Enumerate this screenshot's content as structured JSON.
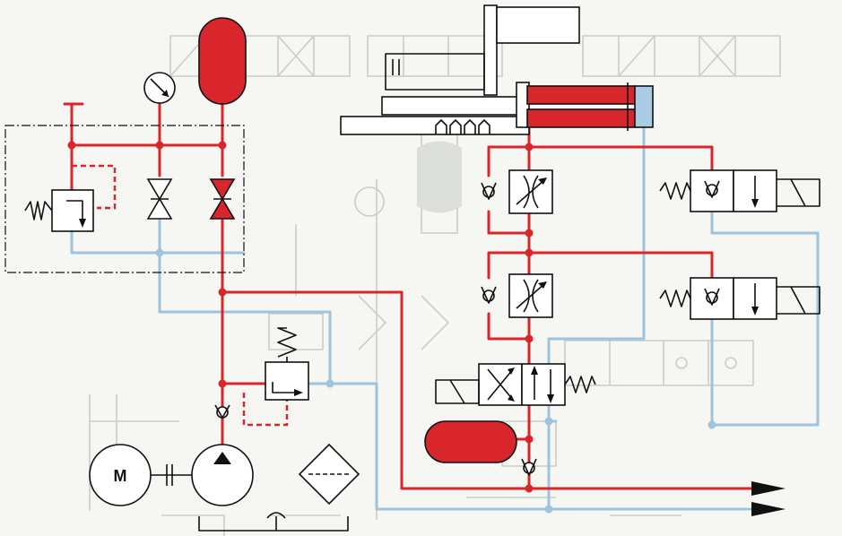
{
  "diagram": {
    "type": "hydraulic-circuit",
    "colors": {
      "pressure_line": "#d9252c",
      "return_line": "#9ec3dd",
      "symbol_outline": "#111111",
      "accumulator_fill": "#d9252c",
      "cylinder_cap": "#a9cbe3",
      "background": "#f6f6f2"
    },
    "motor_label": "M",
    "components": [
      "electric-motor",
      "pump",
      "pump-check-valve",
      "pressure-relief-valve",
      "return-filter",
      "tank",
      "pressure-gauge",
      "main-accumulator",
      "shutoff-valve",
      "shutoff-valve-pressurised",
      "pilot-relief-valve",
      "solenoid-directional-valve",
      "flow-control-valve-upper",
      "flow-control-valve-lower",
      "solenoid-valve-upper",
      "solenoid-valve-lower",
      "secondary-accumulator",
      "secondary-check-valve",
      "clamping-cylinder",
      "pressure-outlet-arrow",
      "return-outlet-arrow"
    ]
  }
}
